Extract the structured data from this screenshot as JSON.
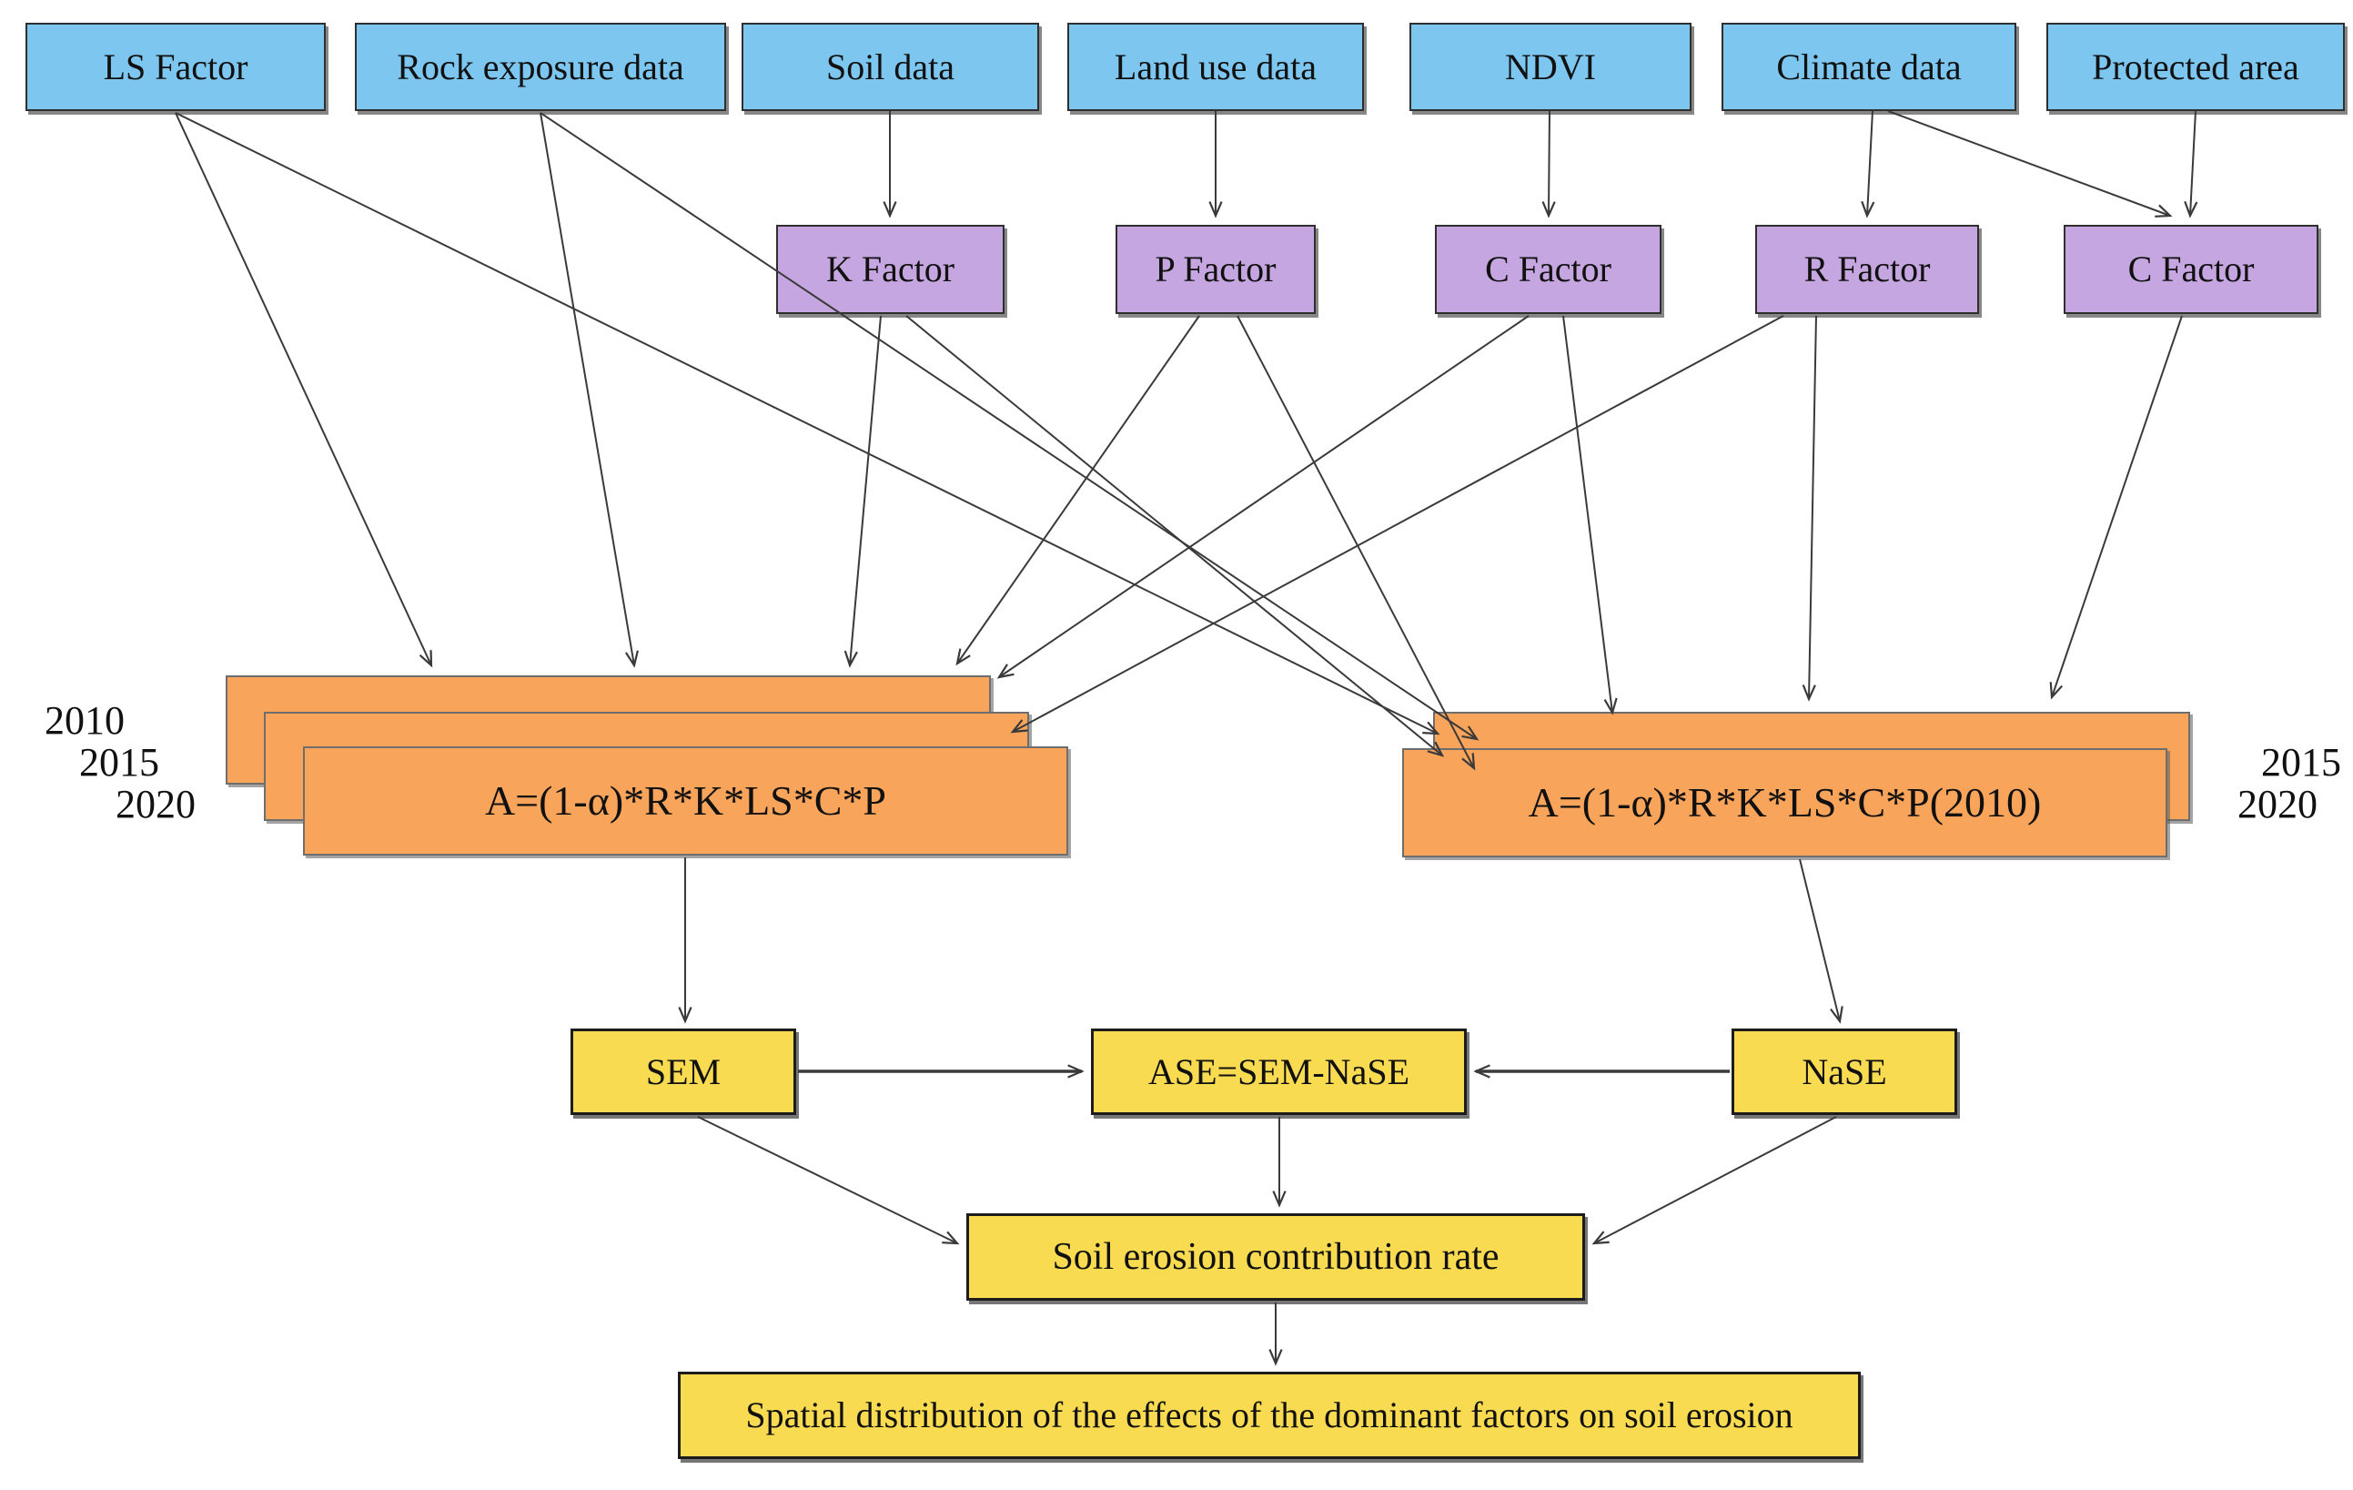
{
  "diagram": {
    "inputs": [
      {
        "label": "LS Factor"
      },
      {
        "label": "Rock exposure data"
      },
      {
        "label": "Soil data"
      },
      {
        "label": "Land use data"
      },
      {
        "label": "NDVI"
      },
      {
        "label": "Climate data"
      },
      {
        "label": "Protected area"
      }
    ],
    "factors": [
      {
        "label": "K Factor"
      },
      {
        "label": "P Factor"
      },
      {
        "label": "C Factor"
      },
      {
        "label": "R Factor"
      },
      {
        "label": "C Factor"
      }
    ],
    "model_left": {
      "formula": "A=(1-α)*R*K*LS*C*P",
      "years": [
        "2010",
        "2015",
        "2020"
      ]
    },
    "model_right": {
      "formula": "A=(1-α)*R*K*LS*C*P(2010)",
      "years": [
        "2015",
        "2020"
      ]
    },
    "outputs": {
      "sem": "SEM",
      "ase": "ASE=SEM-NaSE",
      "nase": "NaSE",
      "contribution": "Soil erosion contribution rate",
      "spatial": "Spatial distribution of the effects of the dominant factors on soil erosion"
    },
    "colors": {
      "input": "#7CC6F0",
      "factor": "#C6A6E1",
      "model": "#F9A45B",
      "output": "#F8DB51",
      "line": "#3a3a3a"
    }
  }
}
